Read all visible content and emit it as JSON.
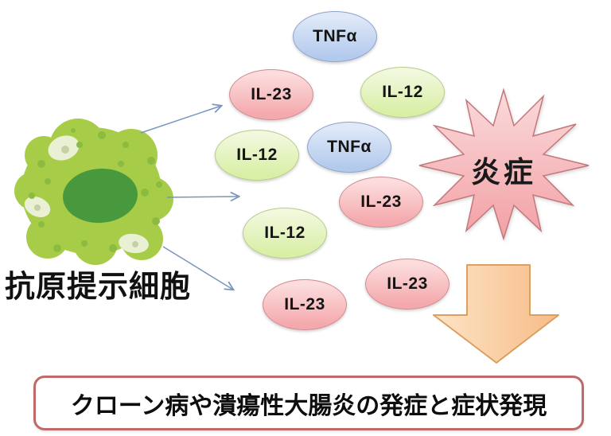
{
  "diagram": {
    "cell_label": "抗原提示細胞",
    "burst_label": "炎症",
    "outcome_label": "クローン病や潰瘍性大腸炎の発症と症状発現",
    "bubbles": [
      {
        "label": "TNFα",
        "type": "blue"
      },
      {
        "label": "IL-23",
        "type": "pink"
      },
      {
        "label": "IL-12",
        "type": "green"
      },
      {
        "label": "IL-12",
        "type": "green"
      },
      {
        "label": "TNFα",
        "type": "blue"
      },
      {
        "label": "IL-23",
        "type": "pink"
      },
      {
        "label": "IL-12",
        "type": "green"
      },
      {
        "label": "IL-23",
        "type": "pink"
      },
      {
        "label": "IL-23",
        "type": "pink"
      }
    ],
    "colors": {
      "bubble_blue": "#b4caed",
      "bubble_pink": "#f4a9ad",
      "bubble_green": "#d9efa6",
      "cell_body": "#a6cc48",
      "cell_nucleus": "#48983e",
      "burst_fill": "#f2a0a4",
      "burst_border": "#c4777c",
      "big_arrow_fill": "#f8c28c",
      "big_arrow_border": "#db9f63",
      "thin_arrow": "#7a96bc",
      "outcome_border": "#c0696a"
    }
  }
}
